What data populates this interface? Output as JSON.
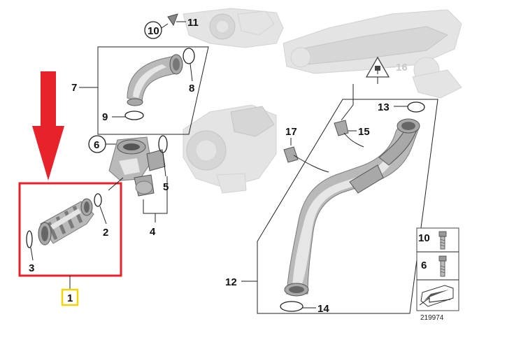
{
  "diagram": {
    "callouts": {
      "c1": "1",
      "c2": "2",
      "c3": "3",
      "c4": "4",
      "c5": "5",
      "c6": "6",
      "c7": "7",
      "c8": "8",
      "c9": "9",
      "c10": "10",
      "c11": "11",
      "c12": "12",
      "c13": "13",
      "c14": "14",
      "c15": "15",
      "c16": "16",
      "c17": "17"
    },
    "bolt_legend": {
      "bolt_a": "10",
      "bolt_b": "6"
    },
    "reference_number": "219974",
    "highlight": {
      "arrow_color": "#e8222a",
      "box_color": "#e8222a",
      "callout_box_color": "#f0d400"
    }
  }
}
